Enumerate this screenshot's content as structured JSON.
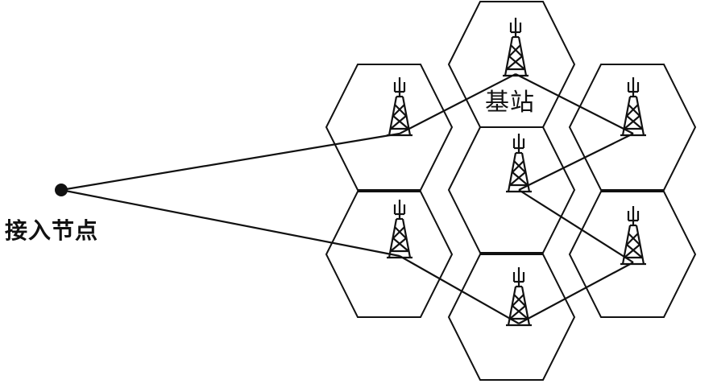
{
  "labels": {
    "access_node": "接入节点",
    "base_station": "基站"
  },
  "colors": {
    "stroke": "#111111",
    "background": "#ffffff"
  },
  "diagram": {
    "cells": [
      "cell-top",
      "cell-upper-left",
      "cell-upper-right",
      "cell-center",
      "cell-lower-left",
      "cell-lower-right",
      "cell-bottom"
    ],
    "towers": [
      "tower-top",
      "tower-upper-left",
      "tower-upper-right",
      "tower-center",
      "tower-lower-left",
      "tower-lower-right",
      "tower-bottom"
    ],
    "links": [
      [
        "access-node",
        "tower-upper-left"
      ],
      [
        "access-node",
        "tower-lower-left"
      ],
      [
        "tower-upper-left",
        "tower-top"
      ],
      [
        "tower-top",
        "tower-upper-right"
      ],
      [
        "tower-upper-right",
        "tower-center"
      ],
      [
        "tower-center",
        "tower-lower-right"
      ],
      [
        "tower-lower-right",
        "tower-bottom"
      ],
      [
        "tower-bottom",
        "tower-lower-left"
      ]
    ]
  }
}
